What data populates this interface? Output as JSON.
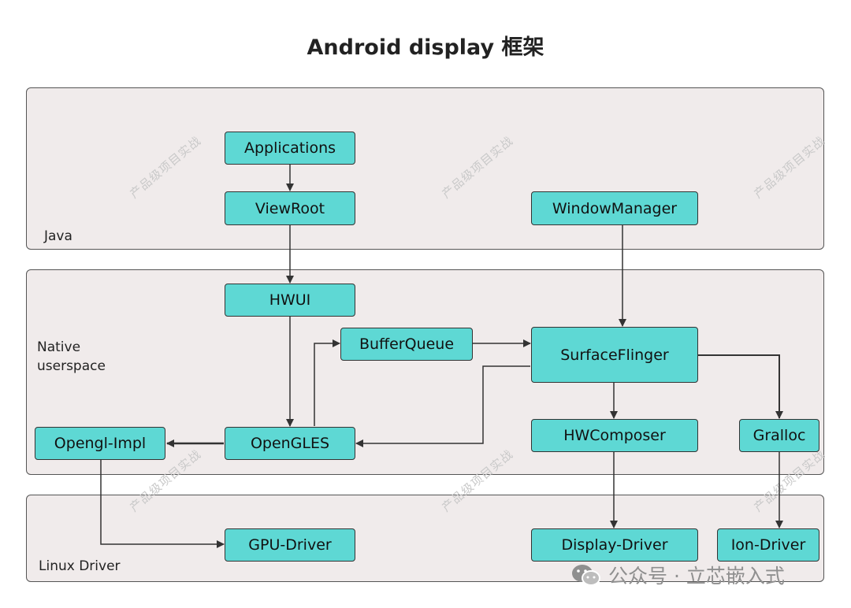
{
  "title": "Android display 框架",
  "layers": {
    "java": "Java",
    "native": [
      "Native",
      "userspace"
    ],
    "driver": "Linux Driver"
  },
  "nodes": {
    "applications": "Applications",
    "viewroot": "ViewRoot",
    "windowmanager": "WindowManager",
    "hwui": "HWUI",
    "bufferqueue": "BufferQueue",
    "surfaceflinger": "SurfaceFlinger",
    "opengl_impl": "Opengl-Impl",
    "opengles": "OpenGLES",
    "hwcomposer": "HWComposer",
    "gralloc": "Gralloc",
    "gpu_driver": "GPU-Driver",
    "display_driver": "Display-Driver",
    "ion_driver": "Ion-Driver"
  },
  "watermark": "产品级项目实战",
  "footer": {
    "icon": "wechat-icon",
    "text": "公众号 · 立芯嵌入式"
  },
  "colors": {
    "node_fill": "#5ed8d4",
    "layer_fill": "#f0ebeb",
    "arrow": "#333333"
  }
}
